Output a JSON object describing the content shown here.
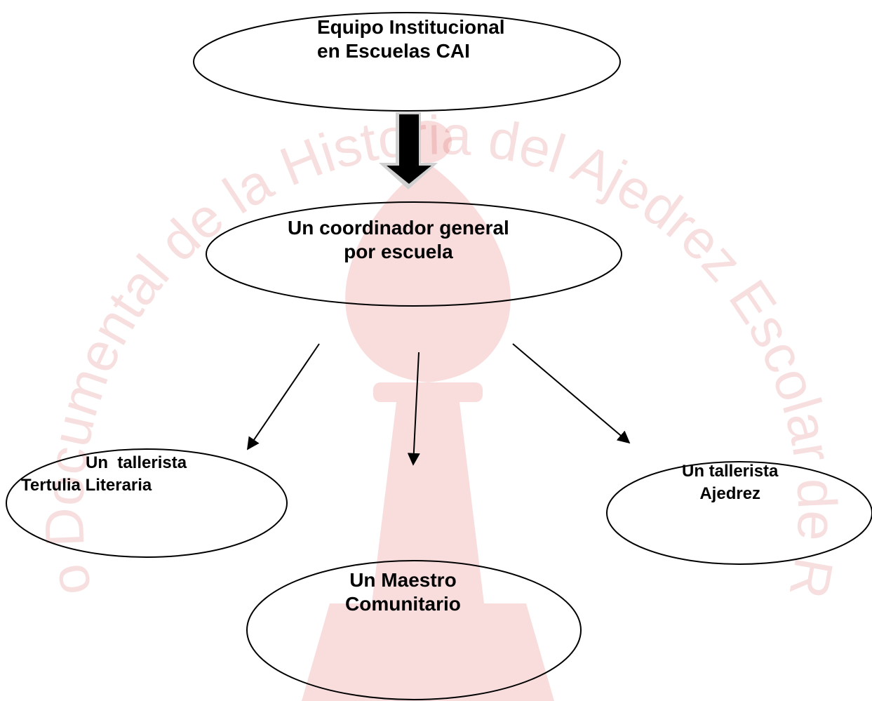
{
  "watermark": {
    "text": "Archivo Documental de la Historia del Ajedrez Escolar de Rosario",
    "color": "#c9141c",
    "piece": "bishop-icon"
  },
  "colors": {
    "stroke": "#000000",
    "arrow_fill": "#000000"
  },
  "nodes": {
    "top": {
      "line1": "Equipo Institucional",
      "line2": "en Escuelas CAI"
    },
    "coordinator": {
      "line1": "Un coordinador general",
      "line2": "por escuela"
    },
    "tertulia": {
      "line1": "Un  tallerista",
      "line2": "Tertulia Literaria"
    },
    "maestro": {
      "line1": "Un Maestro",
      "line2": "Comunitario"
    },
    "ajedrez": {
      "line1": "Un tallerista",
      "line2": "Ajedrez"
    }
  }
}
